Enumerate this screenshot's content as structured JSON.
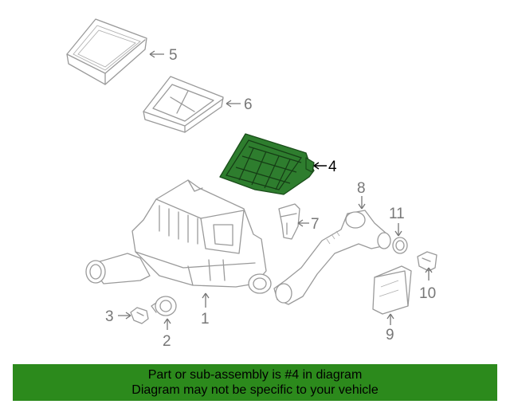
{
  "diagram": {
    "highlighted_part": "4",
    "highlight_color": "#2e7d2e",
    "callouts": [
      {
        "id": "1",
        "label": "1"
      },
      {
        "id": "2",
        "label": "2"
      },
      {
        "id": "3",
        "label": "3"
      },
      {
        "id": "4",
        "label": "4"
      },
      {
        "id": "5",
        "label": "5"
      },
      {
        "id": "6",
        "label": "6"
      },
      {
        "id": "7",
        "label": "7"
      },
      {
        "id": "8",
        "label": "8"
      },
      {
        "id": "9",
        "label": "9"
      },
      {
        "id": "10",
        "label": "10"
      },
      {
        "id": "11",
        "label": "11"
      }
    ]
  },
  "banner": {
    "line1": "Part or sub-assembly is #4 in diagram",
    "line2": "Diagram may not be specific to your vehicle",
    "color": "#2c8a1c"
  }
}
